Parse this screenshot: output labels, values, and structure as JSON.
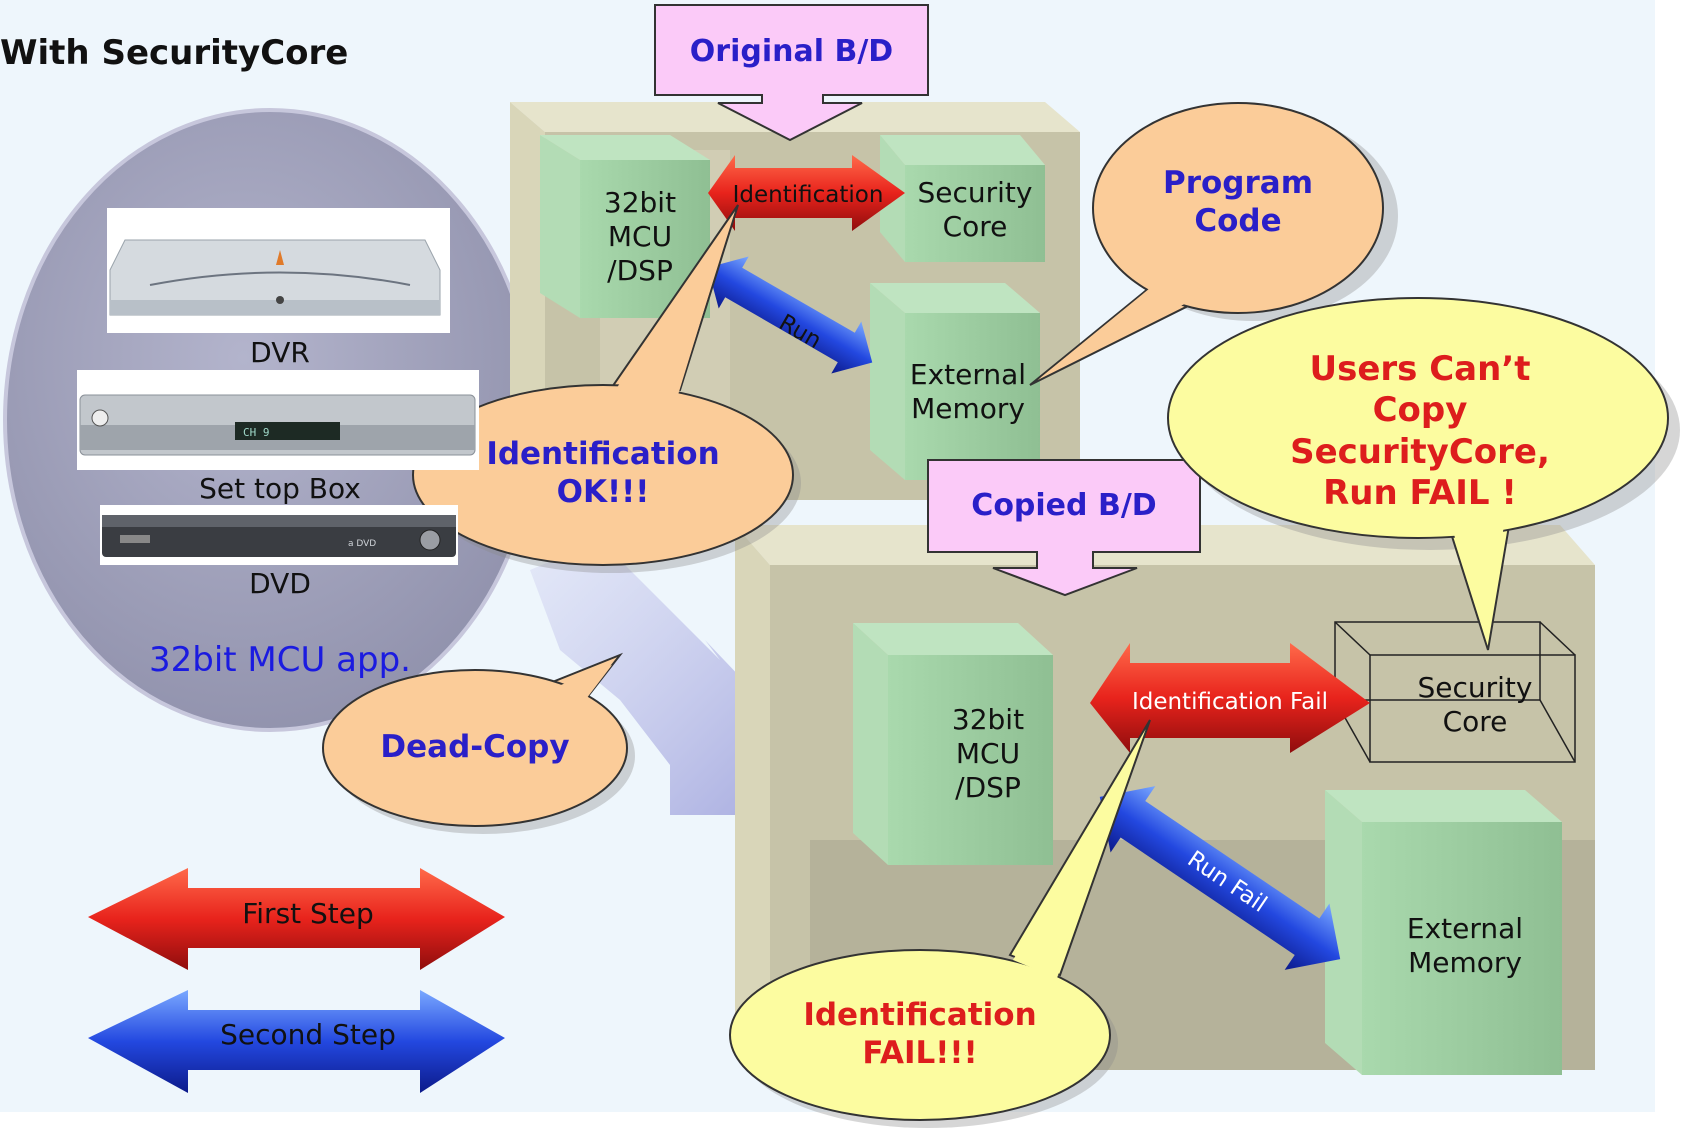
{
  "title": "With SecurityCore",
  "devices": [
    {
      "name": "DVR",
      "icon": "dvr-device-image"
    },
    {
      "name": "Set top Box",
      "icon": "set-top-box-device-image"
    },
    {
      "name": "DVD",
      "icon": "dvd-player-device-image"
    }
  ],
  "app_label": "32bit MCU app.",
  "original_board": {
    "label": "Original B/D",
    "mcu": "32bit\nMCU\n/DSP",
    "security_core": "Security\nCore",
    "external_memory": "External\nMemory",
    "identification_arrow": "Identification",
    "run_arrow": "Run"
  },
  "copied_board": {
    "label": "Copied B/D",
    "mcu": "32bit\nMCU\n/DSP",
    "security_core": "Security\nCore",
    "external_memory": "External\nMemory",
    "identification_arrow": "Identification Fail",
    "run_arrow": "Run Fail"
  },
  "callouts": {
    "program_code": "Program\nCode",
    "identification_ok": "Identification\nOK!!!",
    "dead_copy": "Dead-Copy",
    "users_cant_copy": "Users Can’t\nCopy\nSecurityCore,\nRun FAIL !",
    "identification_fail": "Identification\nFAIL!!!"
  },
  "legend": {
    "first_step": "First Step",
    "second_step": "Second Step"
  },
  "colors": {
    "background": "#eef6fc",
    "board": "#c6c3a8",
    "chip_green": "#95c79a",
    "callout_orange": "#fbcc99",
    "callout_yellow": "#fcfca0",
    "label_box": "#fbcaf8",
    "red_arrow": "#e0201a",
    "blue_arrow": "#1f3ed8",
    "text_blue": "#2a1fc8",
    "text_red": "#dd1d1d"
  }
}
